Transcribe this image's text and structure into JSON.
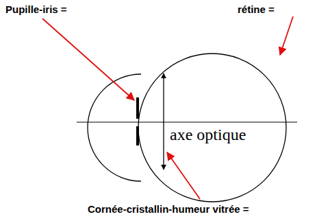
{
  "diagram": {
    "labels": [
      "Pupille-iris =",
      "rétine =",
      "axe optique",
      "Cornée-cristallin-humeur vitrée ="
    ]
  }
}
